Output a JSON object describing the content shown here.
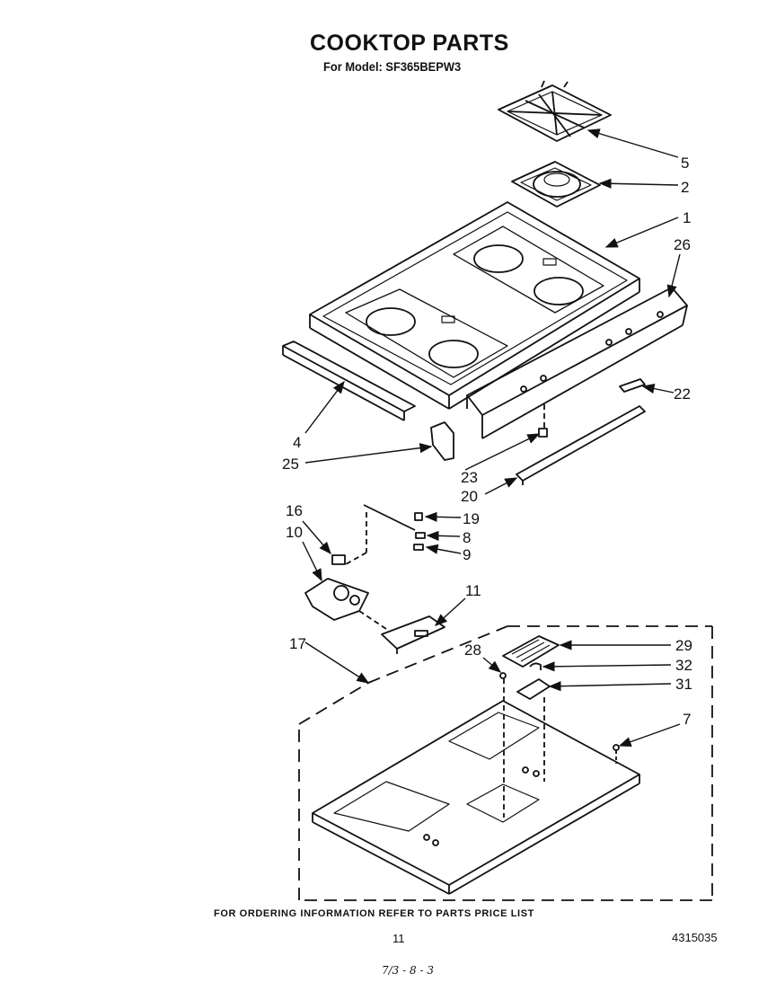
{
  "header": {
    "title": "COOKTOP PARTS",
    "subtitle": "For Model: SF365BEPW3"
  },
  "callouts": [
    {
      "id": "c5",
      "label": "5"
    },
    {
      "id": "c2",
      "label": "2"
    },
    {
      "id": "c1",
      "label": "1"
    },
    {
      "id": "c26",
      "label": "26"
    },
    {
      "id": "c22",
      "label": "22"
    },
    {
      "id": "c4",
      "label": "4"
    },
    {
      "id": "c25",
      "label": "25"
    },
    {
      "id": "c23",
      "label": "23"
    },
    {
      "id": "c20",
      "label": "20"
    },
    {
      "id": "c16",
      "label": "16"
    },
    {
      "id": "c19",
      "label": "19"
    },
    {
      "id": "c10",
      "label": "10"
    },
    {
      "id": "c8",
      "label": "8"
    },
    {
      "id": "c9",
      "label": "9"
    },
    {
      "id": "c11",
      "label": "11"
    },
    {
      "id": "c17",
      "label": "17"
    },
    {
      "id": "c28",
      "label": "28"
    },
    {
      "id": "c29",
      "label": "29"
    },
    {
      "id": "c32",
      "label": "32"
    },
    {
      "id": "c31",
      "label": "31"
    },
    {
      "id": "c7",
      "label": "7"
    }
  ],
  "footer": {
    "note": "FOR ORDERING INFORMATION REFER TO PARTS PRICE LIST",
    "page": "11",
    "doc_number": "4315035",
    "handwritten": "7/3 - 8 - 3"
  }
}
